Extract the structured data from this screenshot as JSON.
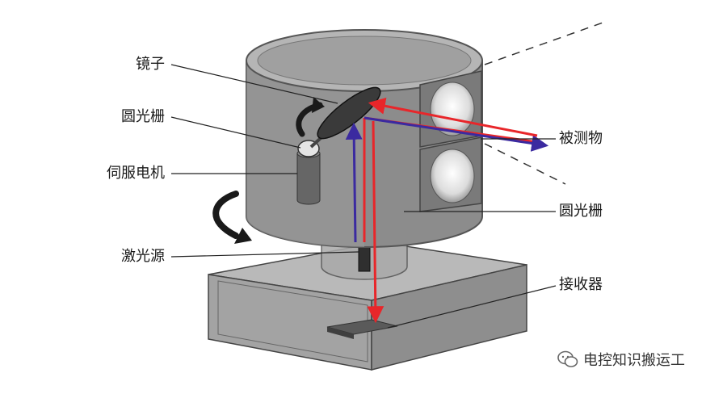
{
  "labels": {
    "mirror": "镜子",
    "grating_left": "圆光栅",
    "servo_motor": "伺服电机",
    "laser_source": "激光源",
    "measured_object": "被测物",
    "grating_right": "圆光栅",
    "receiver": "接收器"
  },
  "watermark": {
    "text": "电控知识搬运工",
    "icon": "wechat-icon"
  },
  "colors": {
    "laser_red": "#e8262a",
    "laser_blue": "#3b2aa0",
    "housing": "#8f8f8f",
    "housing_top": "#b5b5b5",
    "base": "#a8a8a8"
  }
}
